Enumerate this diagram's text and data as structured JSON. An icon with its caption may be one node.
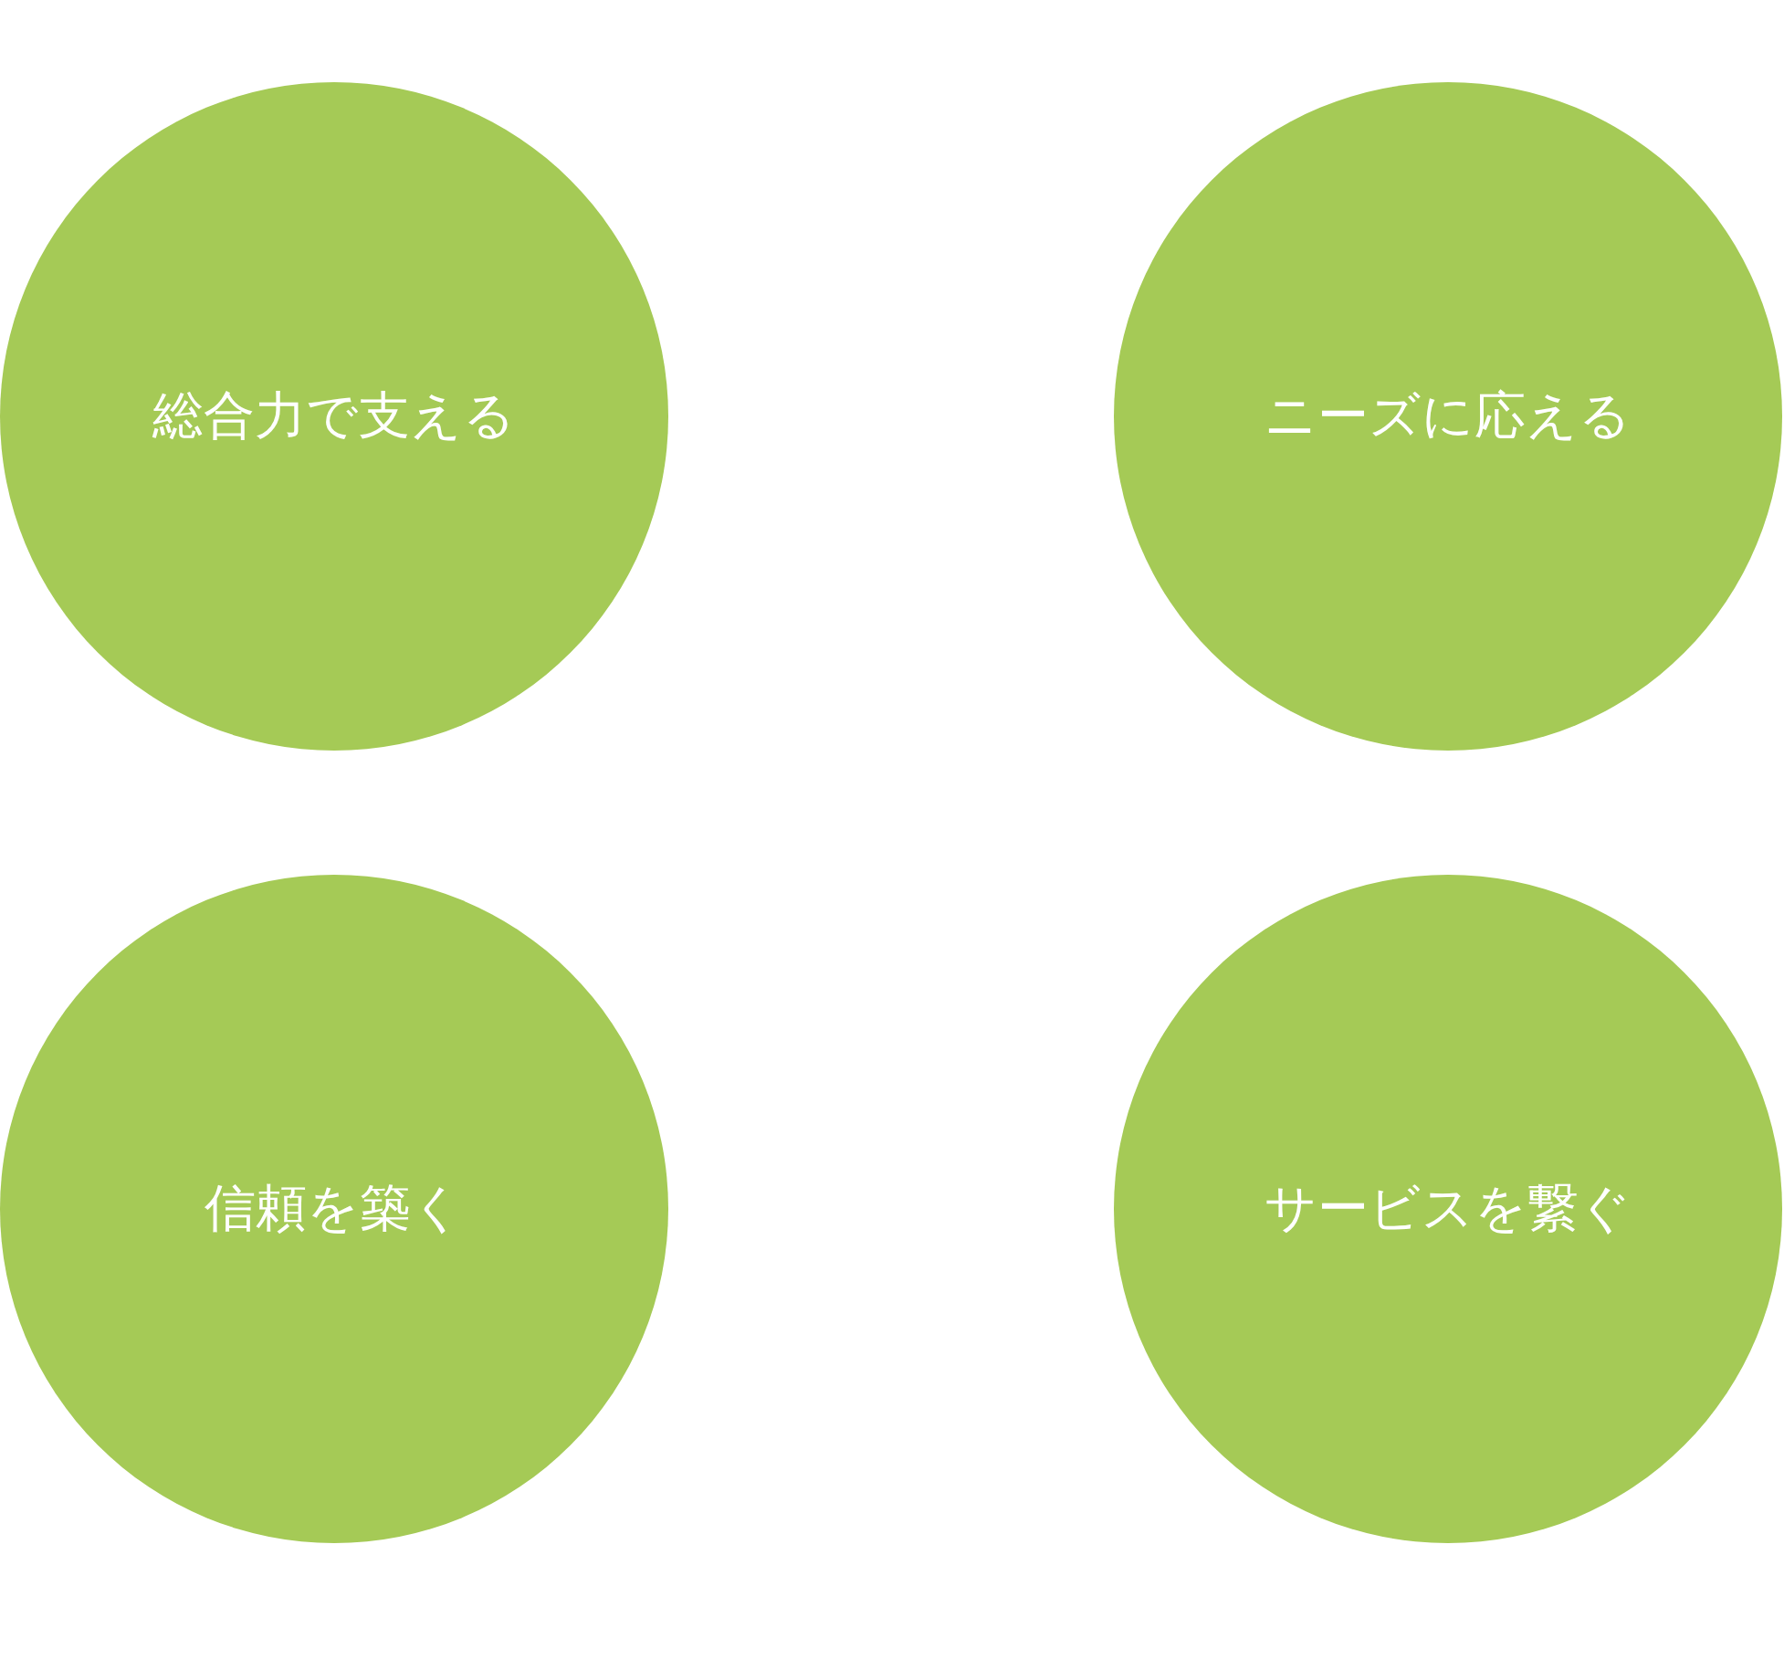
{
  "diagram": {
    "nodes": [
      {
        "text": [
          "総合力で支える"
        ]
      },
      {
        "text": [
          "ニーズに応える"
        ]
      },
      {
        "text": [
          "信頼を築く"
        ]
      },
      {
        "text": [
          "サービスを繋ぐ"
        ]
      }
    ]
  }
}
